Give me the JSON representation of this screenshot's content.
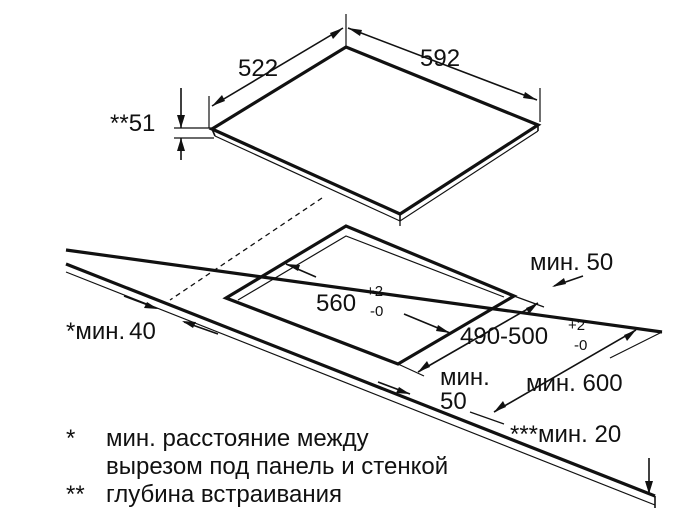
{
  "dimensions": {
    "hob_depth": "522",
    "hob_width": "592",
    "hob_height_prefix": "**",
    "hob_height": "51",
    "cutout_width": "560",
    "cutout_width_tol_plus": "+2",
    "cutout_width_tol_minus": "-0",
    "cutout_depth": "490-500",
    "cutout_depth_tol_plus": "+2",
    "cutout_depth_tol_minus": "-0",
    "min_back": "мин. 50",
    "min_side_prefix": "*мин.",
    "min_side_value": "40",
    "min_front_label": "мин.",
    "min_front_value": "50",
    "min_worktop": "мин. 600",
    "min_thickness": "***мин. 20"
  },
  "notes": [
    {
      "marker": "*",
      "lines": [
        "мин. расстояние между",
        "вырезом под панель и стенкой"
      ]
    },
    {
      "marker": "**",
      "lines": [
        "глубина встраивания"
      ]
    }
  ],
  "colors": {
    "line": "#111111",
    "background": "#ffffff"
  }
}
